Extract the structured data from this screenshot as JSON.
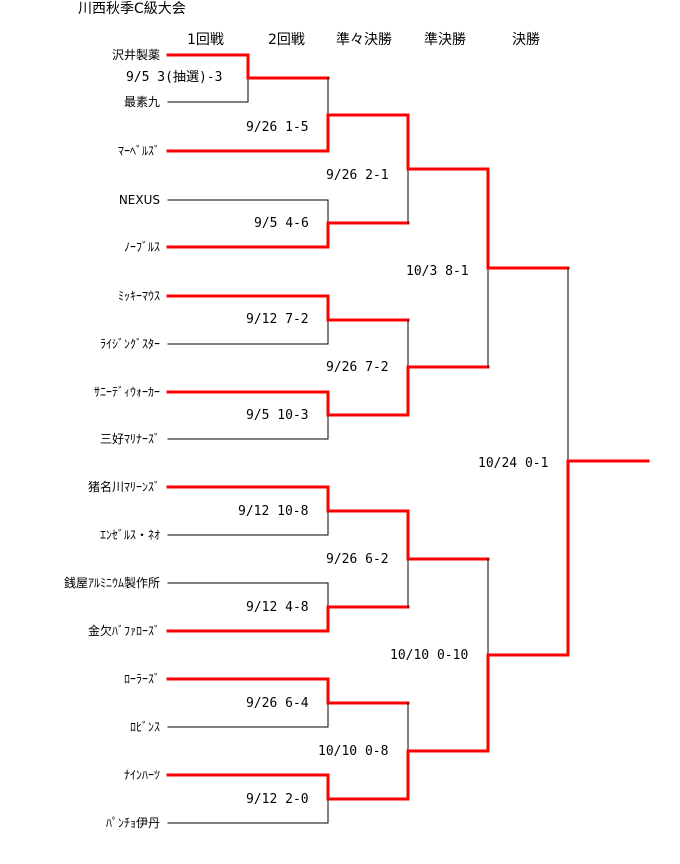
{
  "title": "川西秋季C級大会",
  "rounds": [
    "1回戦",
    "2回戦",
    "準々決勝",
    "準決勝",
    "決勝"
  ],
  "teams": [
    "沢井製薬",
    "最素九",
    "ﾏｰﾍﾞﾙｽﾞ",
    "NEXUS",
    "ﾉｰﾌﾞﾙｽ",
    "ﾐｯｷｰﾏｳｽ",
    "ﾗｲｼﾞﾝｸﾞｽﾀｰ",
    "ｻﾆｰﾃﾞｨｳｫｰｶｰ",
    "三好ﾏﾘﾅｰｽﾞ",
    "猪名川ﾏﾘｰﾝｽﾞ",
    "ｴﾝｾﾞﾙｽ・ﾈｵ",
    "銭屋ｱﾙﾐﾆｳﾑ製作所",
    "金欠ﾊﾞﾌｧﾛｰｽﾞ",
    "ﾛｰﾗｰｽﾞ",
    "ﾛﾋﾞﾝｽ",
    "ﾅｲﾝﾊｰﾂ",
    "ﾊﾟﾝﾁｮ伊丹"
  ],
  "results": {
    "r1": [
      "9/5  3(抽選)-3"
    ],
    "r2": [
      "9/26  1-5",
      "9/5  4-6",
      "9/12  7-2",
      "9/5  10-3",
      "9/12  10-8",
      "9/12  4-8",
      "9/26  6-4",
      "9/12  2-0"
    ],
    "qf": [
      "9/26  2-1",
      "9/26  7-2",
      "9/26  6-2",
      "10/10  0-8"
    ],
    "sf": [
      "10/3  8-1",
      "10/10  0-10"
    ],
    "final": [
      "10/24  0-1"
    ]
  },
  "colors": {
    "winner_line": "#ff0000",
    "line": "#000000",
    "background": "#ffffff"
  }
}
